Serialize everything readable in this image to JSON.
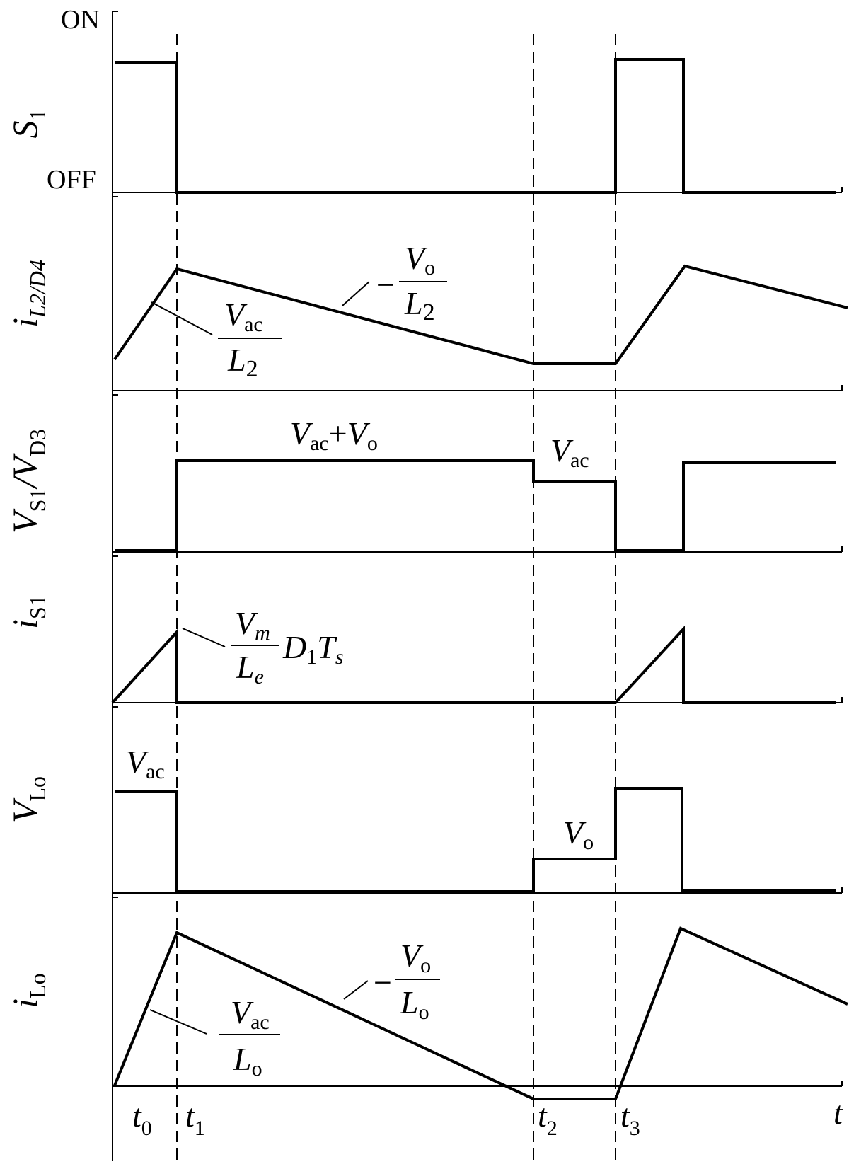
{
  "switch_states": {
    "on": "ON",
    "off": "OFF"
  },
  "y_axis_labels": [
    {
      "base": "S",
      "sub": "1"
    },
    {
      "base": "i",
      "sub": "L2/D4"
    },
    {
      "base": "V",
      "sub": "S1",
      "base2": "/V",
      "sub2": "D3"
    },
    {
      "base": "i",
      "sub": "S1"
    },
    {
      "base": "V",
      "sub": "Lo"
    },
    {
      "base": "i",
      "sub": "Lo"
    }
  ],
  "time_labels": [
    {
      "base": "t",
      "sub": "0"
    },
    {
      "base": "t",
      "sub": "1"
    },
    {
      "base": "t",
      "sub": "2"
    },
    {
      "base": "t",
      "sub": "3"
    },
    {
      "base": "t",
      "sub": ""
    }
  ],
  "annotations": {
    "iL2_rise": {
      "num": "V",
      "num_sub": "ac",
      "den": "L",
      "den_sub": "2"
    },
    "iL2_fall": {
      "sign": "−",
      "num": "V",
      "num_sub": "o",
      "den": "L",
      "den_sub": "2"
    },
    "vs1_top": {
      "a": "V",
      "a_sub": "ac",
      "plus": "+",
      "b": "V",
      "b_sub": "o"
    },
    "vs1_mid": {
      "a": "V",
      "a_sub": "ac"
    },
    "is1_peak": {
      "num": "V",
      "num_sub": "m",
      "den": "L",
      "den_sub": "e",
      "tail1": "D",
      "tail1_sub": "1",
      "tail2": "T",
      "tail2_sub": "s"
    },
    "vlo_high": {
      "a": "V",
      "a_sub": "ac"
    },
    "vlo_mid": {
      "a": "V",
      "a_sub": "o"
    },
    "ilo_rise": {
      "num": "V",
      "num_sub": "ac",
      "den": "L",
      "den_sub": "o"
    },
    "ilo_fall": {
      "sign": "−",
      "num": "V",
      "num_sub": "o",
      "den": "L",
      "den_sub": "o"
    }
  }
}
